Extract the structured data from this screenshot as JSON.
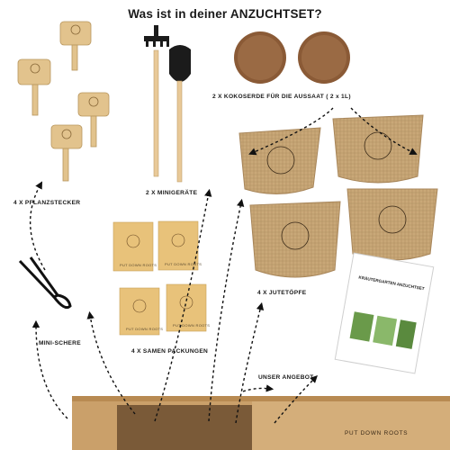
{
  "title": "Was ist in deiner ANZUCHTSET?",
  "labels": {
    "kokoserde": "2 X KOKOSERDE FÜR DIE AUSSAAT ( 2 x 1L)",
    "pflanzstecker": "4 X PFLANZSTECKER",
    "minigeraete": "2 X MINIGERÄTE",
    "jutetoepfe": "4 X  JUTETÖPFE",
    "minischere": "MINI-SCHERE",
    "samen": "4 X SAMEN PACKUNGEN",
    "angebot": "UNSER ANGEBOT"
  },
  "brand": "PUT DOWN ROOTS",
  "packet_brand": "PUT DOWN ROOTS",
  "flyer_title": "KRÄUTERGARTEN ANZUCHTSET",
  "colors": {
    "background": "#ffffff",
    "text": "#1a1a1a",
    "bamboo": "#e2c38d",
    "jute": "#c9a878",
    "coco": "#8a5a36",
    "packet": "#e8c27a",
    "wood": "#caa06a"
  }
}
